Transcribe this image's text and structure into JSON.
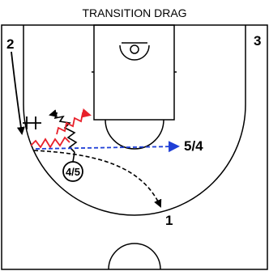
{
  "title": "TRANSITION DRAG",
  "labels": {
    "player_2": "2",
    "player_3": "3",
    "player_1": "1",
    "player_5_4": "5/4",
    "player_4_5": "4/5"
  },
  "colors": {
    "court_lines": "#000000",
    "dribble_red": "#e8202a",
    "pass_blue": "#1f3fd6",
    "cut_black": "#000000"
  },
  "icons": {
    "screen": "screen-marker",
    "dribble": "zigzag-dribble-line",
    "cut": "dashed-arrow"
  }
}
